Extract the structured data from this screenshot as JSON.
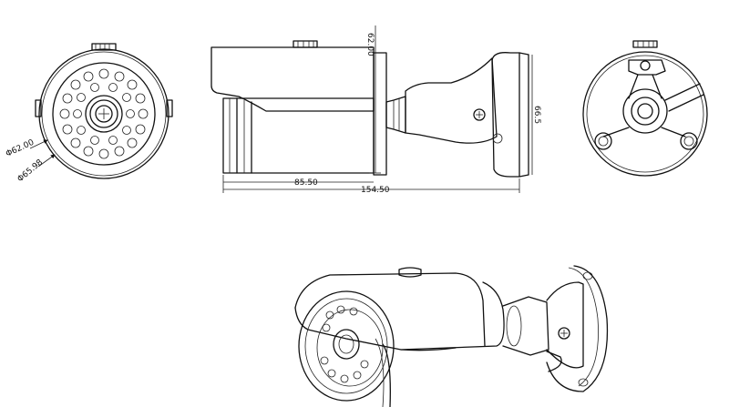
{
  "dimensions": {
    "front_inner_diameter": "Φ62.00",
    "front_outer_diameter": "Φ65.98",
    "side_top_height": "62.00",
    "body_length": "85.50",
    "total_length": "154.50",
    "mount_height": "66.5"
  },
  "views": [
    "front-view",
    "side-view",
    "rear-view",
    "perspective-view"
  ],
  "colors": {
    "line": "#111111",
    "background": "#ffffff"
  }
}
